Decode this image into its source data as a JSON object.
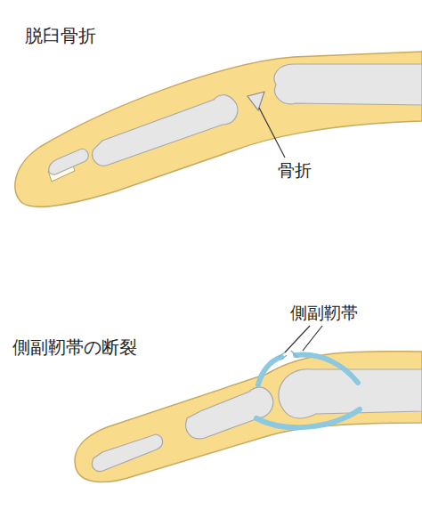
{
  "diagram": {
    "labels": [
      "脱臼骨折",
      "骨折",
      "側副靭帯の断裂",
      "側副靭帯"
    ]
  }
}
